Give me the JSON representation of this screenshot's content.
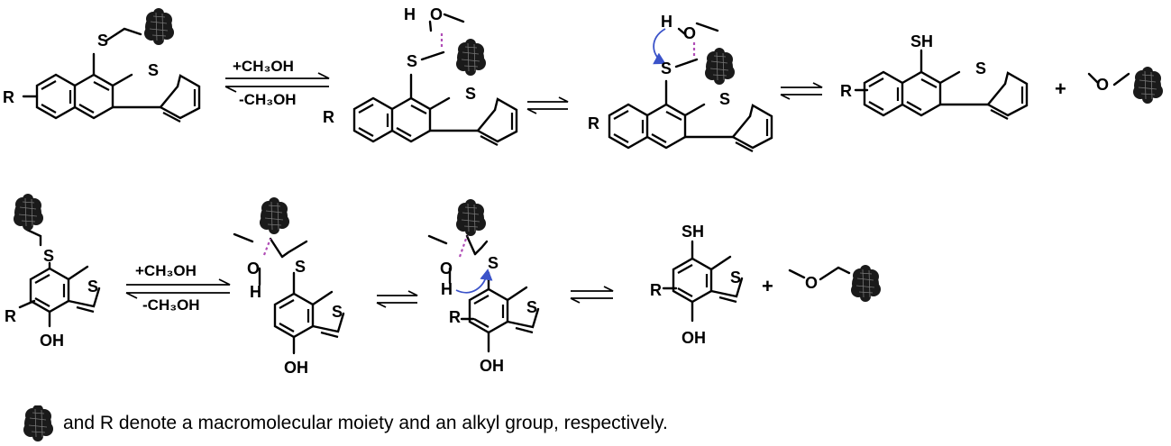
{
  "atoms": {
    "S": "S",
    "SH": "SH",
    "R": "R",
    "H": "H",
    "O": "O",
    "OH": "OH"
  },
  "arrows": {
    "forward": "+CH₃OH",
    "backward": "-CH₃OH"
  },
  "plus": "+",
  "legend": "and R denote a macromolecular moiety and an alkyl group, respectively.",
  "colors": {
    "bond": "#000000",
    "hbond_dash": "#b04db6",
    "curly_arrow": "#3b53c9",
    "macromolecule": "#1a1a1a"
  },
  "icons": [
    "macromolecule-blob",
    "curly-arrow",
    "equilibrium-arrow"
  ]
}
